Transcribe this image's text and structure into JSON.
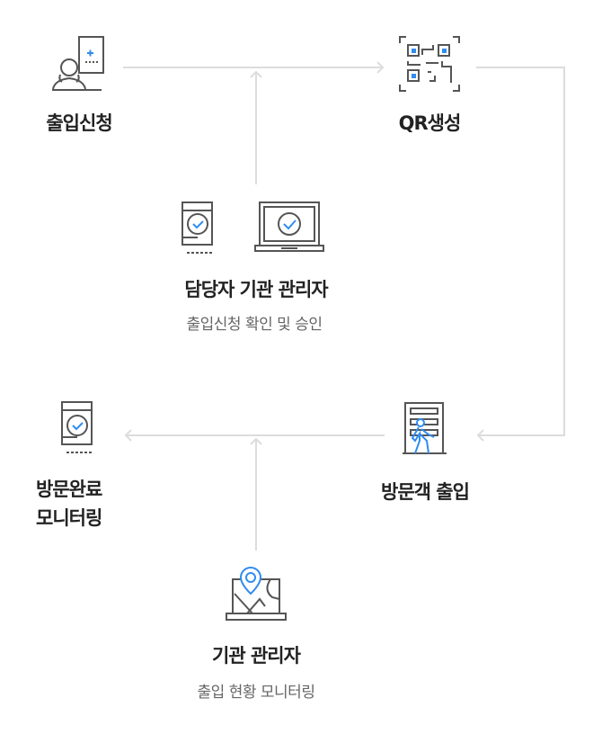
{
  "colors": {
    "line": "#dcdcdc",
    "icon": "#555555",
    "accent": "#2f8cf0"
  },
  "steps": {
    "apply": {
      "title": "출입신청",
      "icon": "person-form-icon"
    },
    "qr": {
      "title": "QR생성",
      "icon": "qr-code-icon"
    },
    "approve": {
      "title": "담당자  기관 관리자",
      "subtitle": "출입신청 확인 및 승인",
      "icon": "phone-laptop-check-icon"
    },
    "entry": {
      "title": "방문객 출입",
      "icon": "door-walk-icon"
    },
    "complete": {
      "title_line1": "방문완료",
      "title_line2": "모니터링",
      "icon": "phone-check-icon"
    },
    "monitor": {
      "title": "기관 관리자",
      "subtitle": "출입 현황 모니터링",
      "icon": "laptop-map-pin-icon"
    }
  }
}
